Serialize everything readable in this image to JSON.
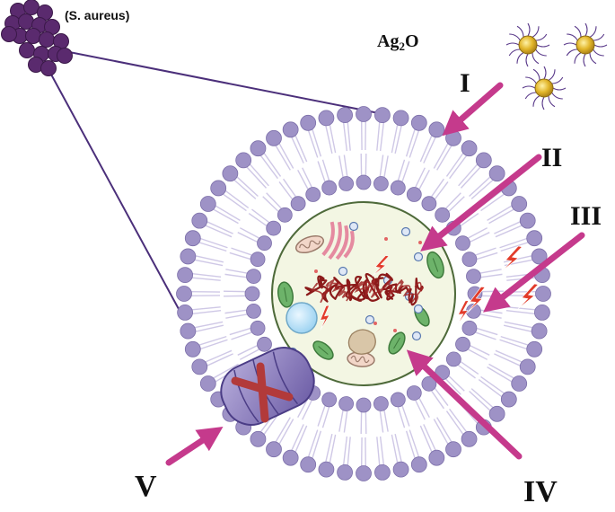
{
  "labels": {
    "organism": "(S. aureus)",
    "nanoparticle_prefix": "Ag",
    "nanoparticle_subscript": "2",
    "nanoparticle_suffix": "O",
    "mechanisms": [
      "I",
      "II",
      "III",
      "IV",
      "V"
    ]
  },
  "colors": {
    "membrane_head": "#9e92c6",
    "membrane_tail": "#cfc8e6",
    "arrow": "#c53a8c",
    "coccus": "#5a2a6e",
    "nanoparticle_core": "#e2b62a",
    "dna": "#8b1a1a",
    "lightning": "#e23b2a",
    "mitochondria": "#4e9a4b",
    "cell_interior": "#f3f6e3",
    "porin": "#7a6ab0",
    "cross": "#b23a3a"
  },
  "icons": {
    "lightning": "lightning-bolt-icon",
    "cross": "blocked-cross-icon",
    "nanoparticle": "silver-oxide-nanoparticle-icon",
    "bacteria": "staphylococcus-cluster-icon"
  }
}
